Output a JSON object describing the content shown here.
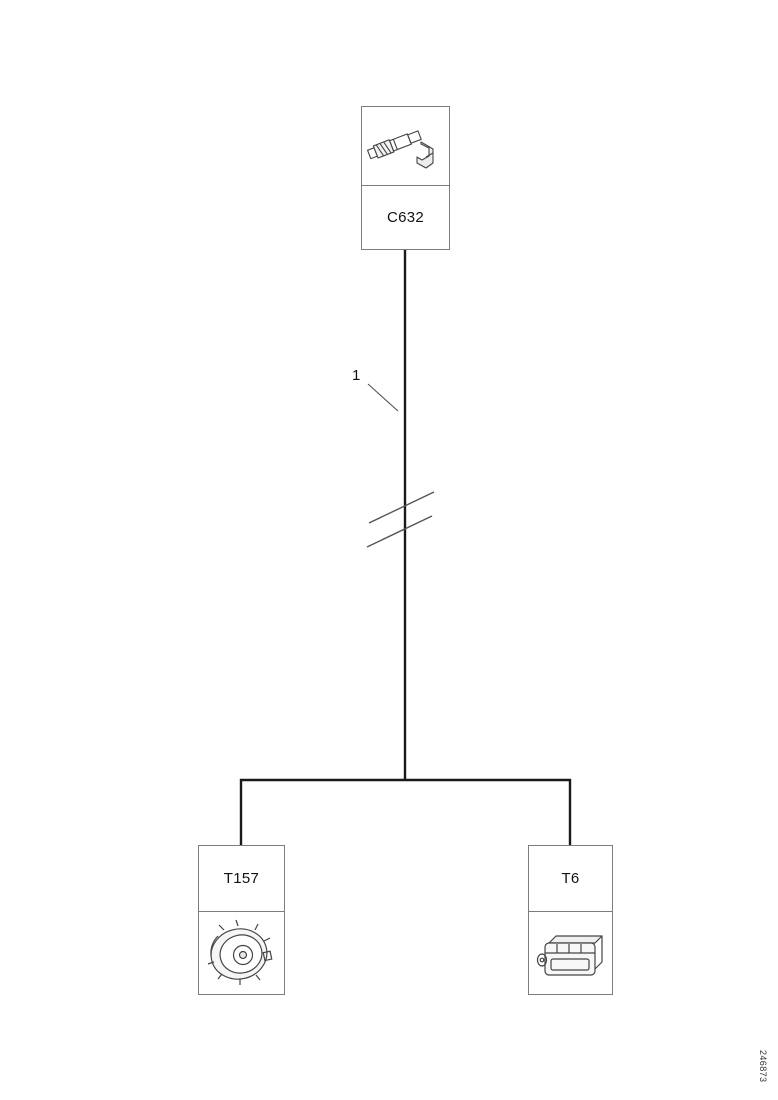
{
  "diagram": {
    "connectors": {
      "top": {
        "label": "C632"
      },
      "left": {
        "label": "T157"
      },
      "right": {
        "label": "T6"
      }
    },
    "wire_label": "1",
    "footer_code": "246873"
  },
  "colors": {
    "background": "#ffffff",
    "wire": "#1a1a1a",
    "box_border": "#7d7d7d",
    "sketch_stroke": "#444444"
  }
}
